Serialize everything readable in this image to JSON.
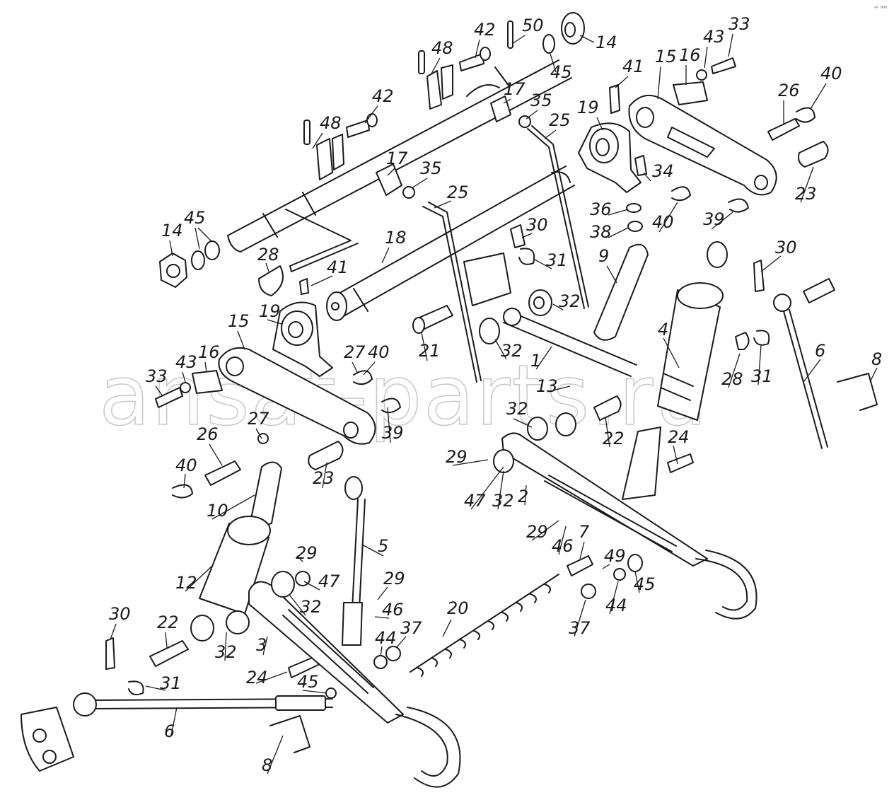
{
  "watermark": "ansat-parts.ru",
  "corner_mark": "ᵃ⁰ ⁸⁰⁰",
  "labels": [
    {
      "id": "l1",
      "text": "1"
    },
    {
      "id": "l2",
      "text": "2"
    },
    {
      "id": "l3",
      "text": "3"
    },
    {
      "id": "l4",
      "text": "4"
    },
    {
      "id": "l5",
      "text": "5"
    },
    {
      "id": "l6a",
      "text": "6"
    },
    {
      "id": "l6b",
      "text": "6"
    },
    {
      "id": "l7",
      "text": "7"
    },
    {
      "id": "l8a",
      "text": "8"
    },
    {
      "id": "l8b",
      "text": "8"
    },
    {
      "id": "l9",
      "text": "9"
    },
    {
      "id": "l10",
      "text": "10"
    },
    {
      "id": "l12",
      "text": "12"
    },
    {
      "id": "l13",
      "text": "13"
    },
    {
      "id": "l14a",
      "text": "14"
    },
    {
      "id": "l14b",
      "text": "14"
    },
    {
      "id": "l15a",
      "text": "15"
    },
    {
      "id": "l15b",
      "text": "15"
    },
    {
      "id": "l16a",
      "text": "16"
    },
    {
      "id": "l16b",
      "text": "16"
    },
    {
      "id": "l17a",
      "text": "17"
    },
    {
      "id": "l17b",
      "text": "17"
    },
    {
      "id": "l18",
      "text": "18"
    },
    {
      "id": "l19a",
      "text": "19"
    },
    {
      "id": "l19b",
      "text": "19"
    },
    {
      "id": "l20",
      "text": "20"
    },
    {
      "id": "l21",
      "text": "21"
    },
    {
      "id": "l22a",
      "text": "22"
    },
    {
      "id": "l22b",
      "text": "22"
    },
    {
      "id": "l23a",
      "text": "23"
    },
    {
      "id": "l23b",
      "text": "23"
    },
    {
      "id": "l24a",
      "text": "24"
    },
    {
      "id": "l24b",
      "text": "24"
    },
    {
      "id": "l25a",
      "text": "25"
    },
    {
      "id": "l25b",
      "text": "25"
    },
    {
      "id": "l26a",
      "text": "26"
    },
    {
      "id": "l26b",
      "text": "26"
    },
    {
      "id": "l27a",
      "text": "27"
    },
    {
      "id": "l27b",
      "text": "27"
    },
    {
      "id": "l28a",
      "text": "28"
    },
    {
      "id": "l28b",
      "text": "28"
    },
    {
      "id": "l29a",
      "text": "29"
    },
    {
      "id": "l29b",
      "text": "29"
    },
    {
      "id": "l29c",
      "text": "29"
    },
    {
      "id": "l29d",
      "text": "29"
    },
    {
      "id": "l30a",
      "text": "30"
    },
    {
      "id": "l30b",
      "text": "30"
    },
    {
      "id": "l30c",
      "text": "30"
    },
    {
      "id": "l31a",
      "text": "31"
    },
    {
      "id": "l31b",
      "text": "31"
    },
    {
      "id": "l31c",
      "text": "31"
    },
    {
      "id": "l32a",
      "text": "32"
    },
    {
      "id": "l32b",
      "text": "32"
    },
    {
      "id": "l32c",
      "text": "32"
    },
    {
      "id": "l32d",
      "text": "32"
    },
    {
      "id": "l32e",
      "text": "32"
    },
    {
      "id": "l32f",
      "text": "32"
    },
    {
      "id": "l33a",
      "text": "33"
    },
    {
      "id": "l33b",
      "text": "33"
    },
    {
      "id": "l34",
      "text": "34"
    },
    {
      "id": "l35a",
      "text": "35"
    },
    {
      "id": "l35b",
      "text": "35"
    },
    {
      "id": "l36",
      "text": "36"
    },
    {
      "id": "l37a",
      "text": "37"
    },
    {
      "id": "l37b",
      "text": "37"
    },
    {
      "id": "l38",
      "text": "38"
    },
    {
      "id": "l39a",
      "text": "39"
    },
    {
      "id": "l39b",
      "text": "39"
    },
    {
      "id": "l40a",
      "text": "40"
    },
    {
      "id": "l40b",
      "text": "40"
    },
    {
      "id": "l40c",
      "text": "40"
    },
    {
      "id": "l40d",
      "text": "40"
    },
    {
      "id": "l41a",
      "text": "41"
    },
    {
      "id": "l41b",
      "text": "41"
    },
    {
      "id": "l42a",
      "text": "42"
    },
    {
      "id": "l42b",
      "text": "42"
    },
    {
      "id": "l43a",
      "text": "43"
    },
    {
      "id": "l43b",
      "text": "43"
    },
    {
      "id": "l44a",
      "text": "44"
    },
    {
      "id": "l44b",
      "text": "44"
    },
    {
      "id": "l45a",
      "text": "45"
    },
    {
      "id": "l45b",
      "text": "45"
    },
    {
      "id": "l45c",
      "text": "45"
    },
    {
      "id": "l45d",
      "text": "45"
    },
    {
      "id": "l46a",
      "text": "46"
    },
    {
      "id": "l46b",
      "text": "46"
    },
    {
      "id": "l47a",
      "text": "47"
    },
    {
      "id": "l47b",
      "text": "47"
    },
    {
      "id": "l48a",
      "text": "48"
    },
    {
      "id": "l48b",
      "text": "48"
    },
    {
      "id": "l49",
      "text": "49"
    },
    {
      "id": "l50",
      "text": "50"
    }
  ]
}
